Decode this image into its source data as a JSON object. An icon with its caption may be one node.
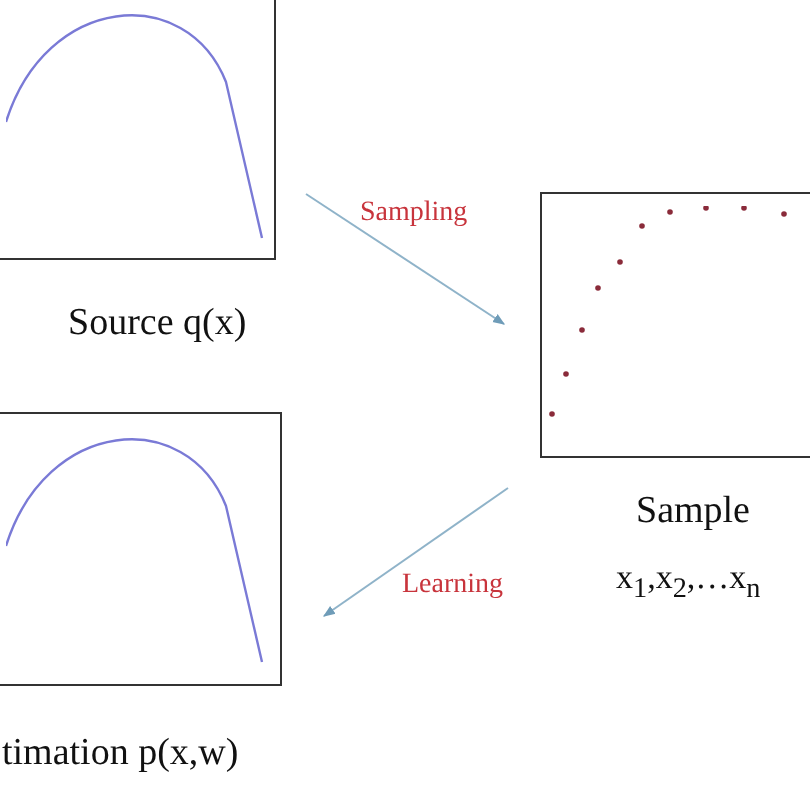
{
  "diagram": {
    "nodes": [
      {
        "text": [
          "Source q(x)"
        ]
      },
      {
        "text": [
          "Sample",
          "x$_{1}$,x$_{2}$,…x$_{n}$"
        ]
      },
      {
        "text": [
          "timation p(x,w)"
        ]
      }
    ],
    "edges": [
      {
        "from": 0,
        "to": 1,
        "arrow": "to",
        "label": "Sampling"
      },
      {
        "from": 1,
        "to": 2,
        "arrow": "to",
        "label": "Learning"
      }
    ]
  }
}
